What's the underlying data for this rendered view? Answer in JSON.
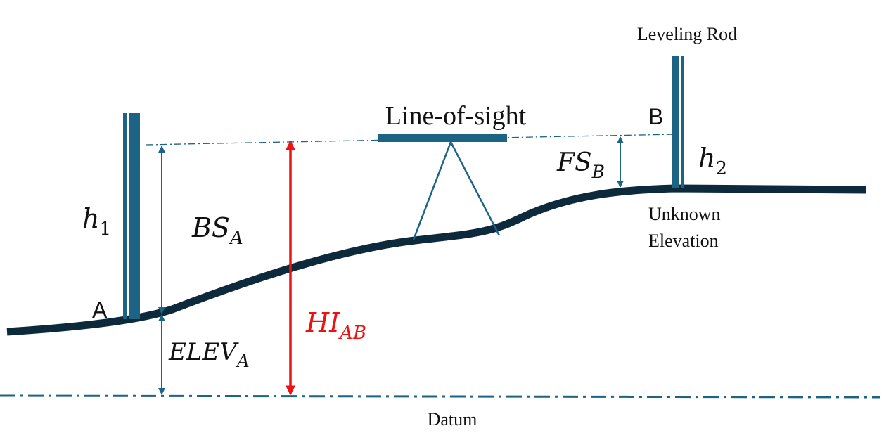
{
  "labels": {
    "rod_title": "Leveling Rod",
    "line_of_sight": "Line-of-sight",
    "point_a": "A",
    "point_b": "B",
    "h1": {
      "base": "h",
      "sub": "1"
    },
    "h2": {
      "base": "h",
      "sub": "2"
    },
    "bs": {
      "base": "BS",
      "sub": "A"
    },
    "fs": {
      "base": "FS",
      "sub": "B"
    },
    "hi": {
      "base": "HI",
      "sub": "AB"
    },
    "elev": {
      "base": "ELEV",
      "sub": "A"
    },
    "unknown_line1": "Unknown",
    "unknown_line2": "Elevation",
    "datum": "Datum"
  },
  "colors": {
    "ground": "#0d2a3d",
    "instrument": "#1d6383",
    "dimension": "#1d6383",
    "height_of_instrument": "#ee1111",
    "text": "#111111"
  }
}
